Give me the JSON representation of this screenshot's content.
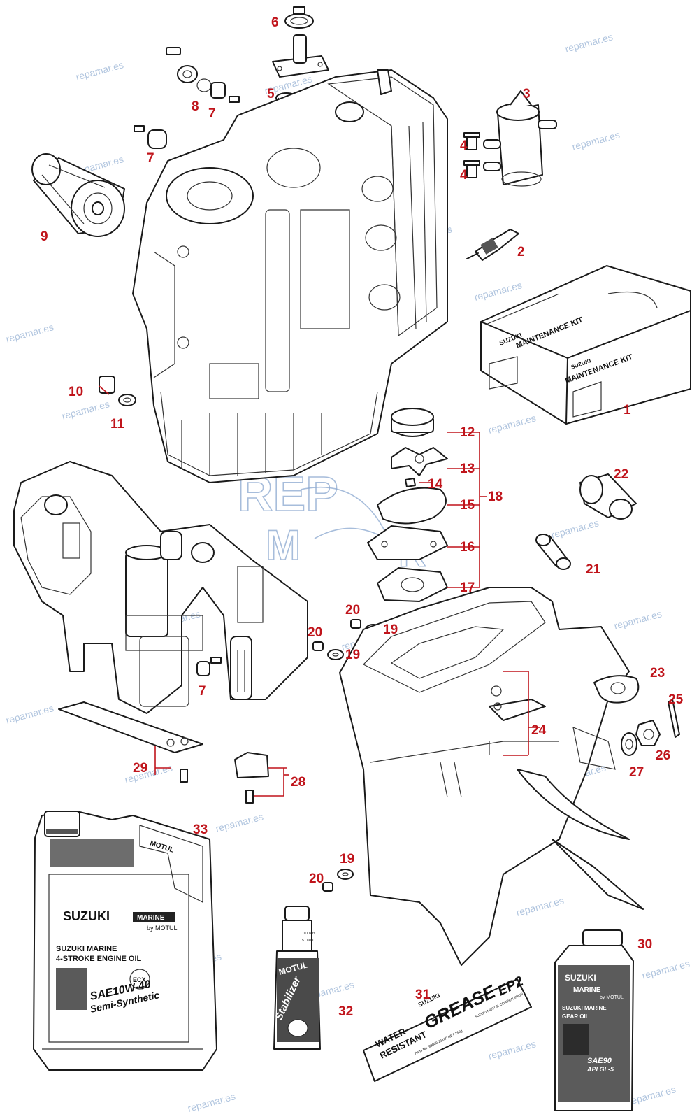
{
  "watermark": {
    "text": "repamar.es",
    "logo_top": "REP",
    "logo_bottom_left": "M",
    "logo_bottom_right": "R"
  },
  "callouts": {
    "c1": "1",
    "c2": "2",
    "c3": "3",
    "c4a": "4",
    "c4b": "4",
    "c5": "5",
    "c6": "6",
    "c7a": "7",
    "c7b": "7",
    "c7c": "7",
    "c8": "8",
    "c9": "9",
    "c10": "10",
    "c11": "11",
    "c12": "12",
    "c13": "13",
    "c14": "14",
    "c15": "15",
    "c16": "16",
    "c17": "17",
    "c18": "18",
    "c19a": "19",
    "c19b": "19",
    "c19c": "19",
    "c20a": "20",
    "c20b": "20",
    "c20c": "20",
    "c21": "21",
    "c22": "22",
    "c23": "23",
    "c24": "24",
    "c25": "25",
    "c26": "26",
    "c27": "27",
    "c28": "28",
    "c29": "29",
    "c30": "30",
    "c31": "31",
    "c32": "32",
    "c33": "33"
  },
  "maintenance_kit": {
    "brand": "SUZUKI",
    "title": "MAINTENANCE KIT"
  },
  "engine_oil": {
    "brand_top": "MOTUL",
    "brand": "SUZUKI",
    "line": "MARINE",
    "by": "by MOTUL",
    "product_line1": "SUZUKI MARINE",
    "product_line2": "4-STROKE ENGINE OIL",
    "grade_line1": "SAE10W-40",
    "grade_line2": "Semi-Synthetic",
    "badge": "ECX"
  },
  "gear_oil": {
    "brand": "SUZUKI",
    "line": "MARINE",
    "by": "by MOTUL",
    "product_line1": "SUZUKI MARINE",
    "product_line2": "GEAR OIL",
    "grade_line1": "SAE90",
    "grade_line2": "API GL-5"
  },
  "grease": {
    "brand": "SUZUKI",
    "text_big": "GREASE",
    "text_suffix": "EP2",
    "text_line1": "WATER",
    "text_line2": "RESISTANT",
    "part_no": "Parts No. 99000-25160 NET 250g",
    "maker": "SUZUKI MOTOR CORPORATION"
  },
  "stabilizer": {
    "brand": "MOTUL",
    "name": "Stabilizer",
    "mark1": "10 Liters",
    "mark2": "5 Liters"
  }
}
